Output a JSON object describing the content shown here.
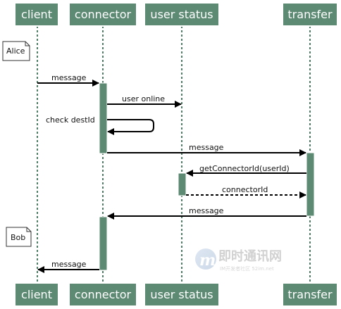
{
  "actors": [
    {
      "id": "client",
      "label": "client"
    },
    {
      "id": "connector",
      "label": "connector"
    },
    {
      "id": "user-status",
      "label": "user status"
    },
    {
      "id": "transfer",
      "label": "transfer"
    }
  ],
  "notes": {
    "alice": "Alice",
    "bob": "Bob"
  },
  "messages": {
    "m1": "message",
    "m2": "user online",
    "m3": "check destId",
    "m4": "message",
    "m5": "getConnectorId(userId)",
    "m6": "connectorId",
    "m7": "message",
    "m8": "message"
  },
  "watermark": {
    "brand": "即时通讯网",
    "sub": "IM开发者社区 52im.net"
  },
  "colors": {
    "actor_fill": "#5c8a73",
    "activation_fill": "#5c8a73",
    "lifeline": "#4e7d66",
    "arrow": "#000000"
  }
}
